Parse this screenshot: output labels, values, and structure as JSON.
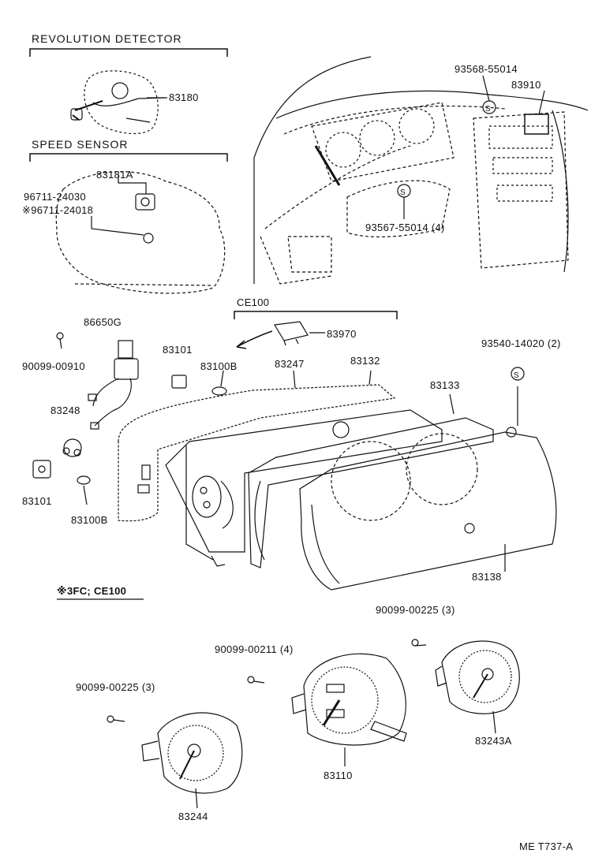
{
  "headers": {
    "revolution_detector": "REVOLUTION   DETECTOR",
    "speed_sensor": "SPEED   SENSOR",
    "ce100": "CE100",
    "note": "※3FC; CE100"
  },
  "parts": {
    "p83180": "83180",
    "p83181A": "83181A",
    "p96711_24030": "96711-24030",
    "p96711_24018": "※96711-24018",
    "p93568_55014": "93568-55014",
    "p83910": "83910",
    "p93567_55014": "93567-55014 (4)",
    "p83970": "83970",
    "p90099_00910": "90099-00910",
    "p86650G": "86650G",
    "p83101_top": "83101",
    "p83100B_top": "83100B",
    "p83247": "83247",
    "p83132": "83132",
    "p93540_14020": "93540-14020 (2)",
    "p83133": "83133",
    "p83248": "83248",
    "p83101_bot": "83101",
    "p83100B_bot": "83100B",
    "p83138": "83138",
    "p90099_00225_right": "90099-00225 (3)",
    "p90099_00211": "90099-00211 (4)",
    "p90099_00225_left": "90099-00225 (3)",
    "p83110": "83110",
    "p83243A": "83243A",
    "p83244": "83244"
  },
  "footer": {
    "code": "ME  T737-A"
  },
  "colors": {
    "ink": "#111111",
    "paper": "#ffffff"
  }
}
